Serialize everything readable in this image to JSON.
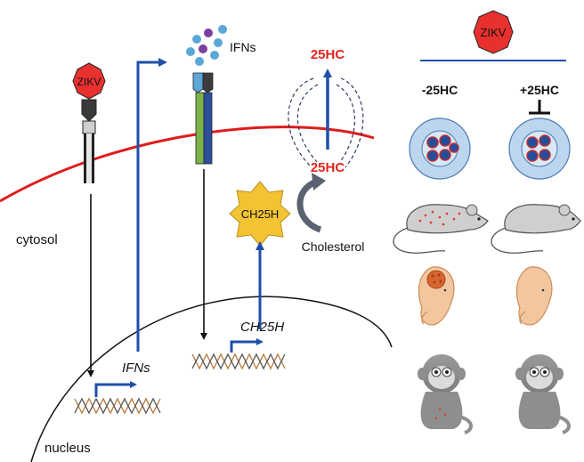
{
  "left": {
    "zikv": "ZIKV",
    "ifns_top": "IFNs",
    "hc25_top": "25HC",
    "hc25_mid": "25HC",
    "ch25h_enzyme": "CH25H",
    "cholesterol": "Cholesterol",
    "cytosol": "cytosol",
    "nucleus": "nucleus",
    "ifns_gene": "IFNs",
    "ch25h_gene": "CH25H"
  },
  "right": {
    "zikv": "ZIKV",
    "minus_label": "-25HC",
    "plus_label": "+25HC"
  },
  "colors": {
    "membrane": "#e01b1b",
    "zikv_fill": "#e8312f",
    "arrow_blue": "#1f4fa8",
    "hc25_red": "#e0261e",
    "enzyme_yellow": "#f3c334",
    "organism_gray": "#b8b8b8",
    "monkey_gray": "#8e8e8e",
    "embryo_skin": "#f2c7a0",
    "cell_blue": "#bcd6ee",
    "divider": "#1f4fa8"
  }
}
